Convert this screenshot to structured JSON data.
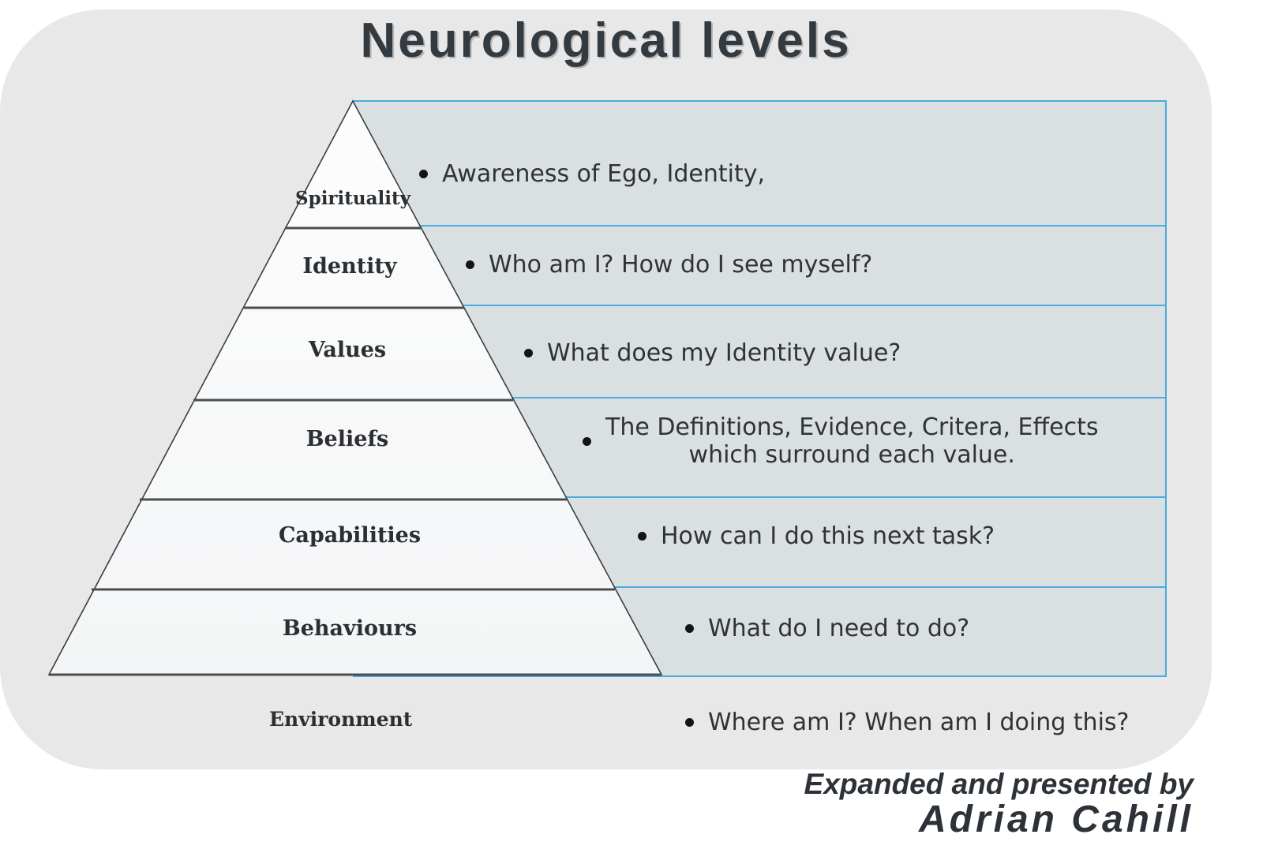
{
  "title": "Neurological levels",
  "colors": {
    "panel_bg": "#E8E8E8",
    "box_border_blue": "#4AABE0",
    "box_fill": "#DEE3E5",
    "pyramid_fill": "#F8F8F8",
    "pyramid_outline": "#3A3E42",
    "text_dark": "#2B2F33"
  },
  "levels": [
    {
      "name": "Spirituality",
      "question": "Awareness of Ego, Identity,",
      "question_line2": ""
    },
    {
      "name": "Identity",
      "question": "Who am I? How do I see myself?",
      "question_line2": ""
    },
    {
      "name": "Values",
      "question": "What does my Identity value?",
      "question_line2": ""
    },
    {
      "name": "Beliefs",
      "question": "The Definitions, Evidence, Critera, Effects",
      "question_line2": "which surround each value."
    },
    {
      "name": "Capabilities",
      "question": "How can I do this next task?",
      "question_line2": ""
    },
    {
      "name": "Behaviours",
      "question": "What do I need to do?",
      "question_line2": ""
    },
    {
      "name": "Environment",
      "question": "Where am I? When am I doing this?",
      "question_line2": ""
    }
  ],
  "credit": {
    "line1": "Expanded and presented by",
    "line2": "Adrian Cahill"
  }
}
